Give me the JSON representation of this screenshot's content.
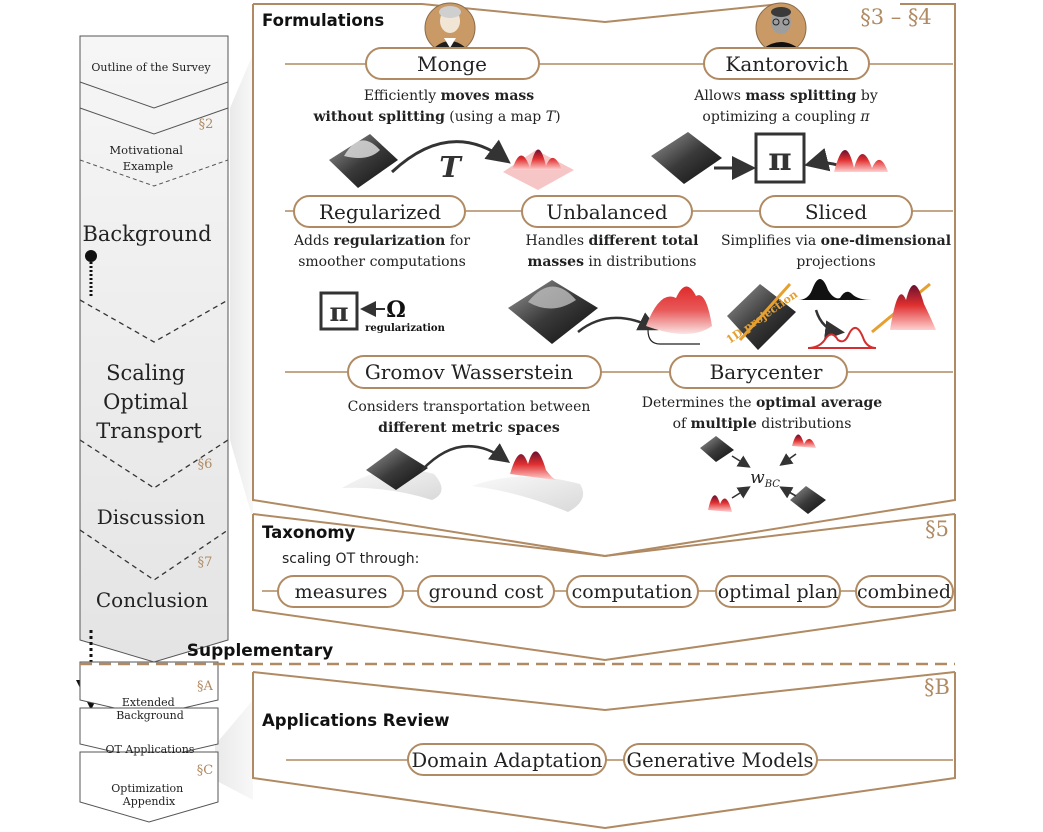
{
  "outline": {
    "items": [
      {
        "label": "Outline of the Survey"
      },
      {
        "label": "Motivational Example",
        "section": "§2"
      },
      {
        "label": "Background"
      },
      {
        "label": "Scaling Optimal Transport"
      },
      {
        "label": "Discussion",
        "section": "§6"
      },
      {
        "label": "Conclusion",
        "section": "§7"
      }
    ],
    "supplementary_title": "Supplementary",
    "appendix": [
      {
        "label": "Extended Background",
        "section": "§A"
      },
      {
        "label": "OT Applications"
      },
      {
        "label": "Optimization Appendix",
        "section": "§C"
      }
    ]
  },
  "formulations": {
    "title": "Formulations",
    "section": "§3 – §4",
    "monge": {
      "name": "Monge",
      "desc_line1": "Efficiently moves mass",
      "desc_line2": "without splitting (using a map T)",
      "symbol": "T"
    },
    "kantorovich": {
      "name": "Kantorovich",
      "desc_line1": "Allows mass splitting by",
      "desc_line2": "optimizing a coupling π",
      "symbol": "π"
    },
    "regularized": {
      "name": "Regularized",
      "desc_line1": "Adds regularization for",
      "desc_line2": "smoother computations",
      "symbol": "π",
      "reg_symbol": "Ω",
      "reg_label": "regularization"
    },
    "unbalanced": {
      "name": "Unbalanced",
      "desc_line1": "Handles different total",
      "desc_line2": "masses in distributions"
    },
    "sliced": {
      "name": "Sliced",
      "desc_line1": "Simplifies via one-dimensional",
      "desc_line2": "projections",
      "projection_label": "1D projection"
    },
    "gromov": {
      "name": "Gromov Wasserstein",
      "desc_line1": "Considers transportation between",
      "desc_line2": "different metric spaces"
    },
    "barycenter": {
      "name": "Barycenter",
      "desc_line1": "Determines the optimal average",
      "desc_line2": "of multiple distributions",
      "symbol": "w",
      "symbol_sub": "BC"
    }
  },
  "taxonomy": {
    "title": "Taxonomy",
    "section": "§5",
    "subtitle": "scaling OT through:",
    "items": [
      "measures",
      "ground cost",
      "computation",
      "optimal plan",
      "combined"
    ]
  },
  "applications": {
    "title": "Applications Review",
    "section": "§B",
    "items": [
      "Domain Adaptation",
      "Generative Models"
    ]
  },
  "colors": {
    "accent": "#b08a62",
    "ink": "#222222",
    "panel_fill": "#ededed",
    "red": "#d23030"
  }
}
